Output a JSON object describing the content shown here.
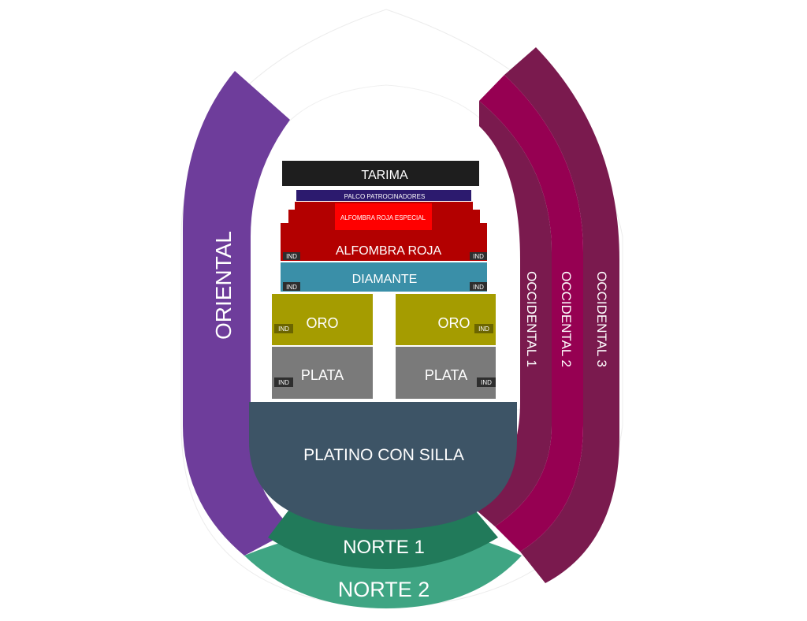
{
  "sections": {
    "tarima": "TARIMA",
    "palco": "PALCO PATROCINADORES",
    "alfombra_especial": "ALFOMBRA ROJA ESPECIAL",
    "alfombra_roja": "ALFOMBRA ROJA",
    "diamante": "DIAMANTE",
    "oro_left": "ORO",
    "oro_right": "ORO",
    "plata_left": "PLATA",
    "plata_right": "PLATA",
    "platino": "PLATINO CON SILLA",
    "norte1": "NORTE 1",
    "norte2": "NORTE 2",
    "oriental": "ORIENTAL",
    "occidental1": "OCCIDENTAL 1",
    "occidental2": "OCCIDENTAL 2",
    "occidental3": "OCCIDENTAL 3"
  },
  "ind_label": "IND",
  "colors": {
    "tarima": "#1e1e1e",
    "palco": "#2c1a6e",
    "alfombra_especial": "#ff0000",
    "alfombra_roja": "#b30000",
    "diamante": "#3a8fa8",
    "oro": "#a59c00",
    "plata": "#7a7a7a",
    "platino": "#3d5466",
    "norte1": "#217a5a",
    "norte2": "#3fa583",
    "oriental": "#6e3d9b",
    "occidental1": "#7a1a4e",
    "occidental2": "#960052",
    "occidental3": "#7a1a4e",
    "ind_badge": "#2e2e2e"
  }
}
